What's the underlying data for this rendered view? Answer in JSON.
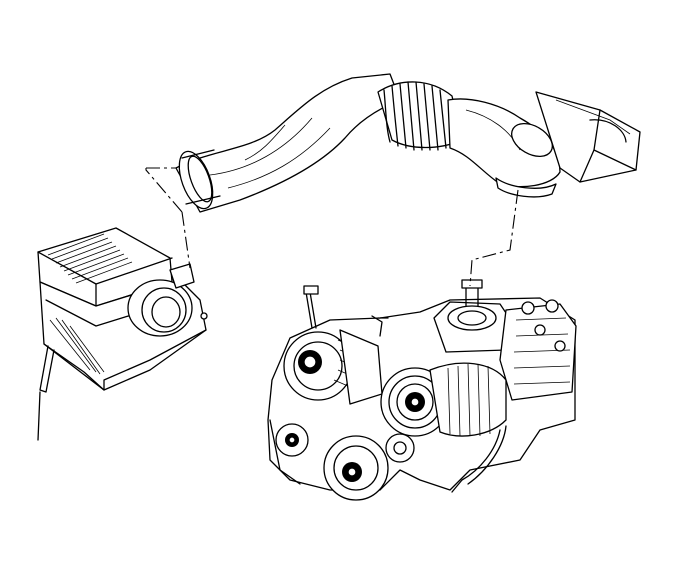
{
  "figure": {
    "description_labels": [],
    "colors": {
      "line": "#000000",
      "background": "#ffffff"
    },
    "parts": [
      {
        "name": "air-intake-duct",
        "icon": "duct-icon"
      },
      {
        "name": "air-cleaner-housing",
        "icon": "air-filter-box-icon"
      },
      {
        "name": "throttle-body",
        "icon": "throttle-body-icon"
      },
      {
        "name": "engine-assembly",
        "icon": "engine-icon"
      }
    ]
  }
}
